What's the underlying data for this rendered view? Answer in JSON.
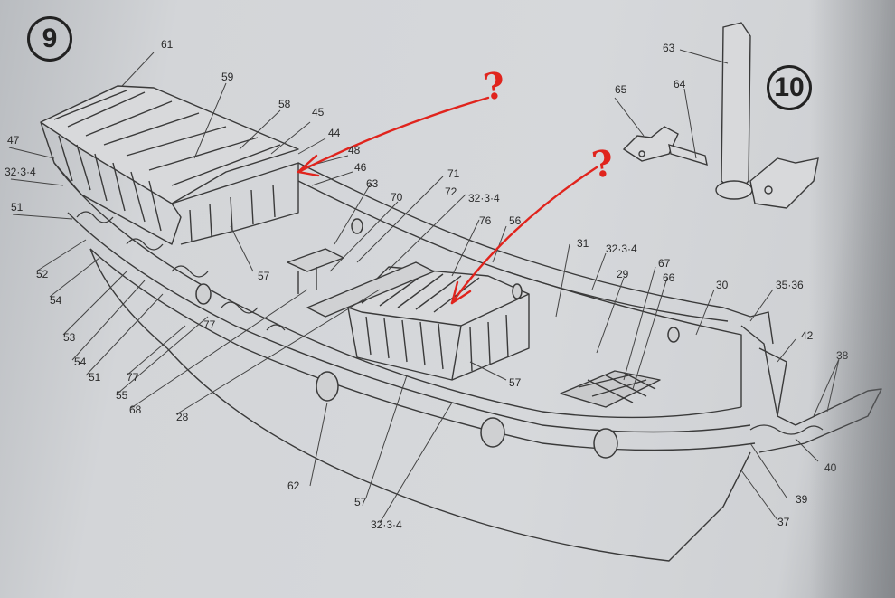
{
  "steps": {
    "step_a": "9",
    "step_b": "10"
  },
  "annotations": {
    "question_1": "?",
    "question_2": "?"
  },
  "labels": {
    "l61": "61",
    "l59": "59",
    "l58": "58",
    "l45": "45",
    "l44": "44",
    "l48": "48",
    "l46": "46",
    "l47": "47",
    "l3234_left": "32·3·4",
    "l51_top": "51",
    "l52": "52",
    "l54_a": "54",
    "l53": "53",
    "l54_b": "54",
    "l51_bottom": "51",
    "l77_a": "77",
    "l77_b": "77",
    "l55": "55",
    "l68": "68",
    "l28": "28",
    "l62": "62",
    "l57_bottom": "57",
    "l3234_bottom": "32·3·4",
    "l63_mid": "63",
    "l70": "70",
    "l71": "71",
    "l72": "72",
    "l3234_mid": "32·3·4",
    "l76": "76",
    "l56": "56",
    "l57_left": "57",
    "l57_mid": "57",
    "l31": "31",
    "l3234_right": "32·3·4",
    "l29": "29",
    "l67": "67",
    "l66": "66",
    "l30": "30",
    "l3536": "35·36",
    "l42": "42",
    "l38": "38",
    "l40": "40",
    "l39": "39",
    "l37": "37",
    "l63_top": "63",
    "l64": "64",
    "l65": "65"
  },
  "colors": {
    "ink": "#2a2a2a",
    "annotation": "#e0241d",
    "paper": "#d4d6d9"
  }
}
